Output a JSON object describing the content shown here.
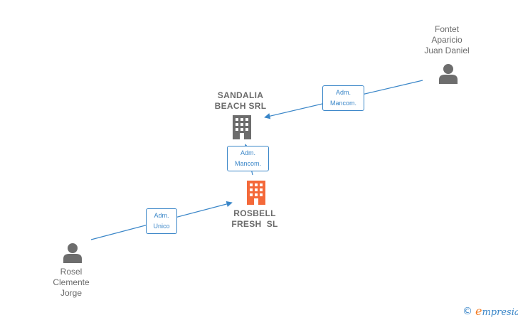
{
  "nodes": {
    "fontet": {
      "label": "Fontet\nAparicio\nJuan Daniel",
      "type": "person"
    },
    "sandalia": {
      "label": "SANDALIA\nBEACH SRL",
      "type": "company"
    },
    "rosbell": {
      "label": "ROSBELL\nFRESH  SL",
      "type": "company-focus"
    },
    "rosel": {
      "label": "Rosel\nClemente\nJorge",
      "type": "person"
    }
  },
  "edges": {
    "fontet_sandalia": "Adm.\nMancom.",
    "rosbell_sandalia": "Adm.\nMancom.",
    "rosel_rosbell": "Adm.\nUnico"
  },
  "footer": {
    "copyright": "©",
    "brand_e": "e",
    "brand_rest": "mpresia"
  },
  "colors": {
    "edge": "#3a86c8",
    "company": "#6d6d6d",
    "focus": "#f4693a",
    "person": "#6d6d6d"
  },
  "icons": {
    "person": "person-icon",
    "company": "building-icon"
  }
}
